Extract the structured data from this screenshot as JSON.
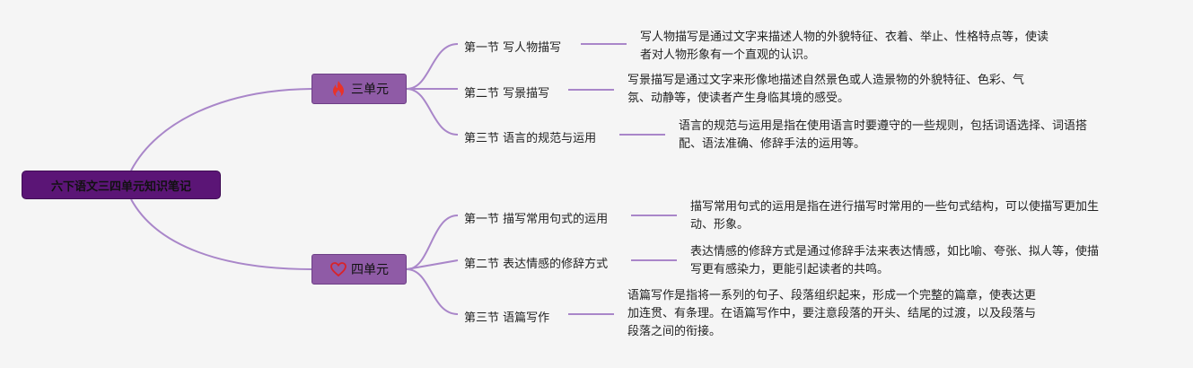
{
  "root": {
    "title": "六下语文三四单元知识笔记"
  },
  "units": [
    {
      "title": "三单元",
      "icon": "fire-icon",
      "icon_color": "#e8332a",
      "sections": [
        {
          "title": "第一节 写人物描写",
          "desc_lines": [
            "写人物描写是通过文字来描述人物的外貌特征、衣着、举止、性格特点等，使读",
            "者对人物形象有一个直观的认识。"
          ]
        },
        {
          "title": "第二节 写景描写",
          "desc_lines": [
            "写景描写是通过文字来形像地描述自然景色或人造景物的外貌特征、色彩、气",
            "氛、动静等，使读者产生身临其境的感受。"
          ]
        },
        {
          "title": "第三节 语言的规范与运用",
          "desc_lines": [
            "语言的规范与运用是指在使用语言时要遵守的一些规则，包括词语选择、词语搭",
            "配、语法准确、修辞手法的运用等。"
          ]
        }
      ]
    },
    {
      "title": "四单元",
      "icon": "heart-icon",
      "icon_color": "#d8232a",
      "sections": [
        {
          "title": "第一节 描写常用句式的运用",
          "desc_lines": [
            "描写常用句式的运用是指在进行描写时常用的一些句式结构，可以使描写更加生",
            "动、形象。"
          ]
        },
        {
          "title": "第二节 表达情感的修辞方式",
          "desc_lines": [
            "表达情感的修辞方式是通过修辞手法来表达情感，如比喻、夸张、拟人等，使描",
            "写更有感染力，更能引起读者的共鸣。"
          ]
        },
        {
          "title": "第三节 语篇写作",
          "desc_lines": [
            "语篇写作是指将一系列的句子、段落组织起来，形成一个完整的篇章，使表达更",
            "加连贯、有条理。在语篇写作中，要注意段落的开头、结尾的过渡，以及段落与",
            "段落之间的衔接。"
          ]
        }
      ]
    }
  ],
  "colors": {
    "link": "#a986c9",
    "root_fill": "#5b1576",
    "unit_fill": "#8f5ba6"
  }
}
